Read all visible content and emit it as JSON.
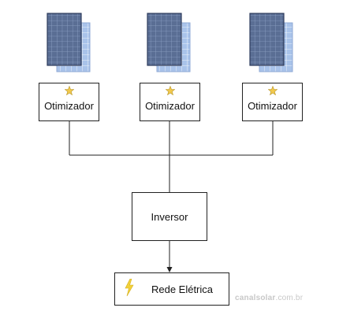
{
  "optimizers": [
    {
      "label": "Otimizador"
    },
    {
      "label": "Otimizador"
    },
    {
      "label": "Otimizador"
    }
  ],
  "inverter": {
    "label": "Inversor"
  },
  "grid": {
    "label": "Rede Elétrica"
  },
  "watermark": {
    "brand": "canalsolar",
    "suffix": ".com.br"
  },
  "colors": {
    "panel_front": "#5a6e94",
    "panel_back": "#a9c3ea",
    "star": "#f2c94c",
    "bolt": "#f2d13a",
    "line": "#222222"
  }
}
